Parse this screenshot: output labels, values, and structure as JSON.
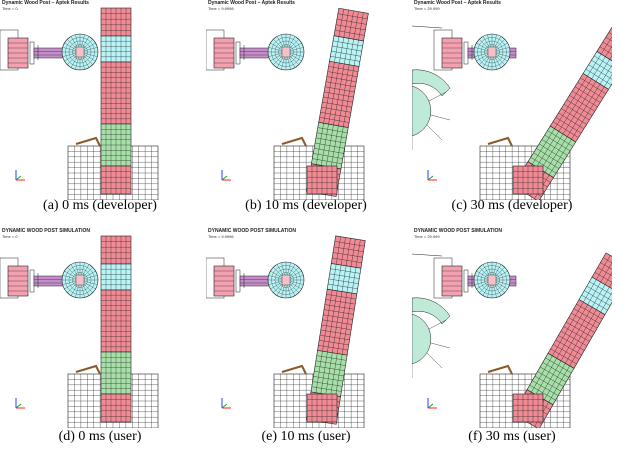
{
  "panels": [
    {
      "title": "Dynamic Wood Post – Aptek Results",
      "time_label": "Time",
      "time_value": "0",
      "caption": "(a) 0 ms (developer)",
      "angle": 0,
      "shift": 0
    },
    {
      "title": "Dynamic Wood Post – Aptek Results",
      "time_label": "Time",
      "time_value": "9.9998",
      "caption": "(b) 10 ms (developer)",
      "angle": 10,
      "shift": 0
    },
    {
      "title": "Dynamic Wood Post – Aptek Results",
      "time_label": "Time",
      "time_value": "29.999",
      "caption": "(c) 30 ms (developer)",
      "angle": 32,
      "shift": 1
    },
    {
      "title": "DYNAMIC WOOD POST SIMULATION",
      "time_label": "Time",
      "time_value": "0",
      "caption": "(d) 0 ms (user)",
      "angle": 0,
      "shift": 0
    },
    {
      "title": "DYNAMIC WOOD POST SIMULATION",
      "time_label": "Time",
      "time_value": "9.9996",
      "caption": "(e) 10 ms (user)",
      "angle": 9,
      "shift": 0
    },
    {
      "title": "DYNAMIC WOOD POST SIMULATION",
      "time_label": "Time",
      "time_value": "29.999",
      "caption": "(f) 30 ms (user)",
      "angle": 30,
      "shift": 1
    }
  ],
  "colors": {
    "post_red": "#f08a94",
    "post_cyan": "#b8f4f6",
    "post_green": "#a6dfa8",
    "mesh": "#222222",
    "impactor_pink": "#f3a0b0",
    "rail_purple": "#c48cc8",
    "head_cyan": "#b8f4f6",
    "wheel_green": "#bfead8"
  }
}
